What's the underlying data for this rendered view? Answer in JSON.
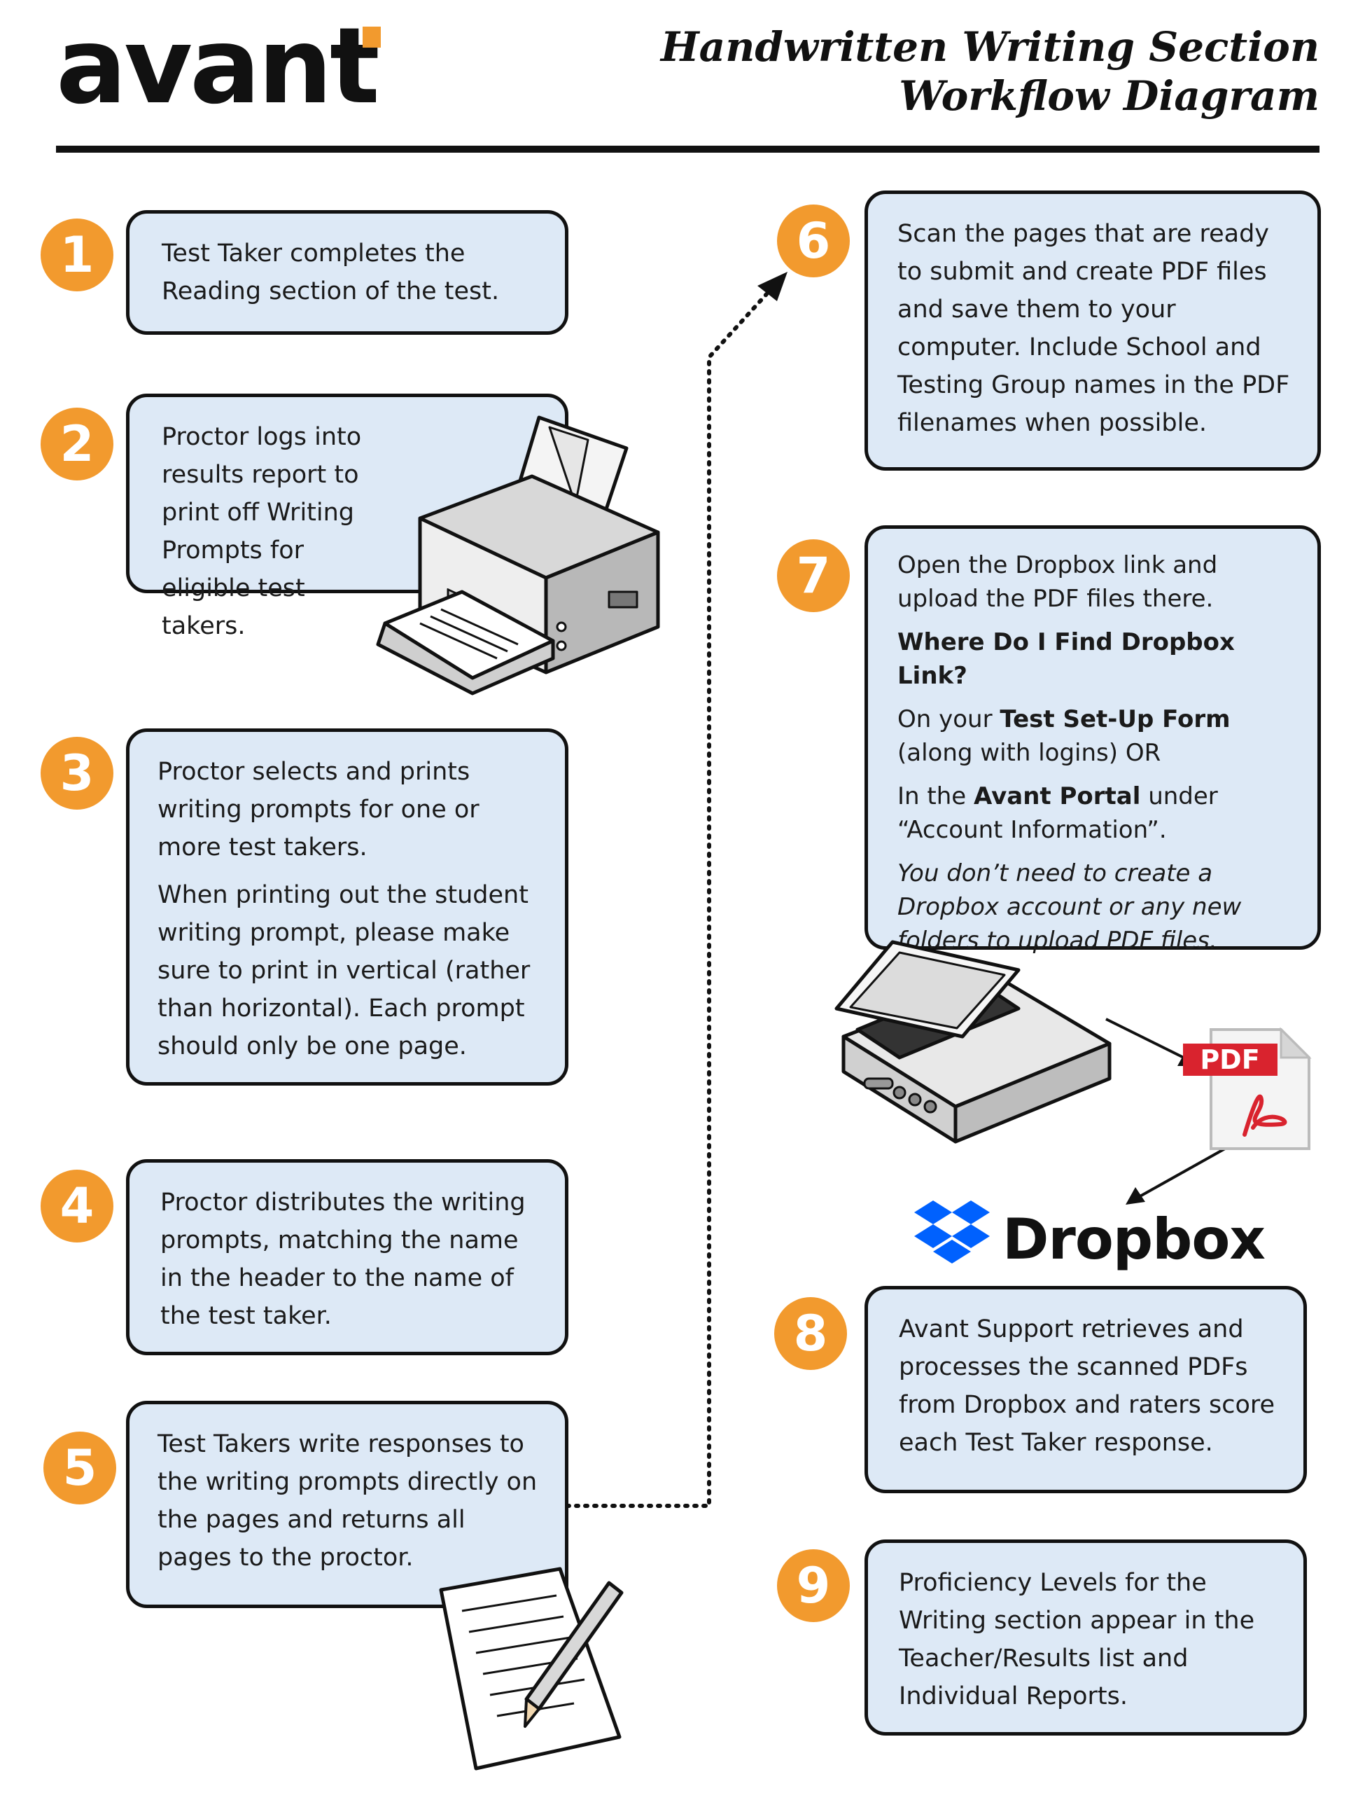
{
  "header": {
    "logo_text": "avant",
    "title_line1": "Handwritten Writing Section",
    "title_line2": "Workflow Diagram"
  },
  "colors": {
    "accent": "#f29a2e",
    "box_fill": "#dde9f6",
    "outline": "#111111",
    "dropbox_blue": "#0061fe",
    "pdf_red": "#d9232e"
  },
  "steps": [
    {
      "number": "1",
      "text": "Test Taker completes the Reading section of the test."
    },
    {
      "number": "2",
      "text": "Proctor logs into results report to print off Writing Prompts for eligible test takers."
    },
    {
      "number": "3",
      "text": "Proctor selects and prints writing prompts for one or more test takers.",
      "text2": "When printing out the student writing prompt, please make sure to print in vertical (rather than horizontal). Each prompt should only be one page."
    },
    {
      "number": "4",
      "text": "Proctor distributes the writing prompts, matching the name in the header to the name of the test taker."
    },
    {
      "number": "5",
      "text": "Test Takers write responses to the writing prompts directly on the pages and returns all pages to the proctor."
    },
    {
      "number": "6",
      "text": "Scan the pages that are ready to submit and create PDF files and save them to your computer. Include School and Testing Group names in the PDF filenames when possible."
    },
    {
      "number": "7",
      "text": "Open the Dropbox link and upload the PDF files there.",
      "question": "Where Do I Find Dropbox Link?",
      "line1_pre": "On your ",
      "line1_bold": "Test Set-Up Form",
      "line1_post": " (along with logins) OR",
      "line2_pre": "In the ",
      "line2_bold": "Avant Portal",
      "line2_post": " under “Account Information”.",
      "note": "You don’t need to create a Dropbox account or any new folders to upload PDF files."
    },
    {
      "number": "8",
      "text": "Avant Support retrieves and processes the scanned PDFs from Dropbox and raters score each Test Taker response."
    },
    {
      "number": "9",
      "text": "Proficiency Levels for the Writing section appear in the Teacher/Results list and Individual Reports."
    }
  ],
  "illustrations": {
    "printer": "printer-icon",
    "scanner": "scanner-icon",
    "pdf_label": "PDF",
    "dropbox_label": "Dropbox",
    "paper": "paper-pencil-icon"
  }
}
